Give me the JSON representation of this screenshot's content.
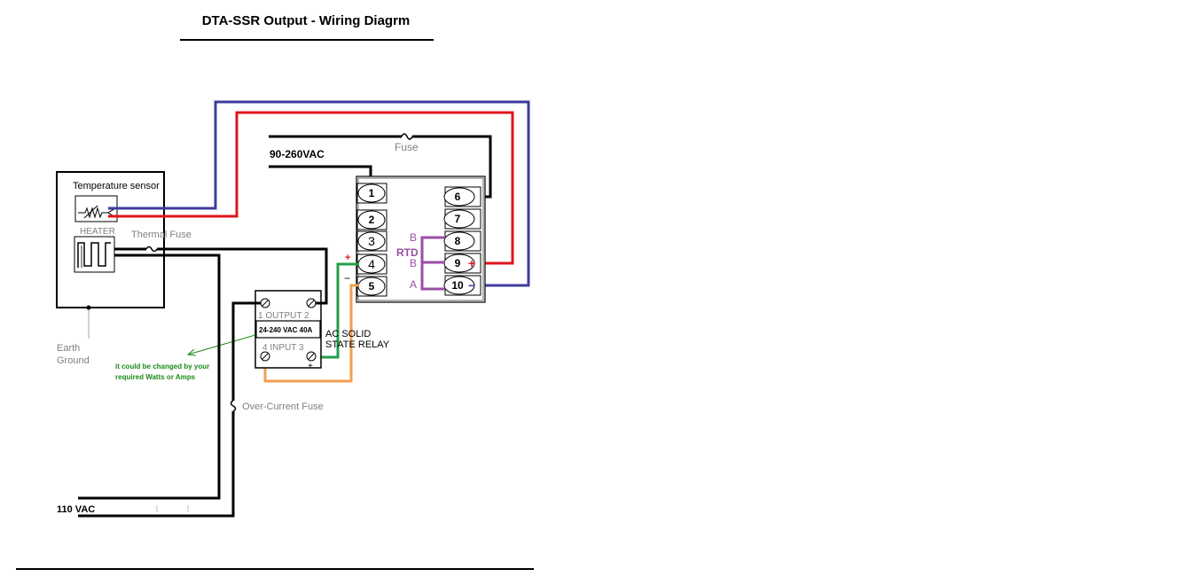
{
  "title": "DTA-SSR Output - Wiring Diagrm",
  "labels": {
    "temperature_sensor": "Temperature sensor",
    "heater": "HEATER",
    "thermal_fuse": "Thermal Fuse",
    "earth_ground_line1": "Earth",
    "earth_ground_line2": "Ground",
    "supply_voltage": "90-260VAC",
    "fuse": "Fuse",
    "rtd": "RTD",
    "rtd_b_top": "B",
    "rtd_b_mid": "B",
    "rtd_a": "A",
    "plus_sign": "+",
    "minus_sign": "−",
    "relay_output": "1  OUTPUT  2",
    "relay_rating": "24-240 VAC 40A",
    "relay_input": "4   INPUT   3",
    "relay_input_plus": "+",
    "relay_name_line1": "AC SOLID",
    "relay_name_line2": "STATE RELAY",
    "note_line1": "it could be changed by your",
    "note_line2": "required Watts or Amps",
    "over_current_fuse": "Over-Current Fuse",
    "mains_voltage": "110 VAC"
  },
  "terminals_left": [
    "1",
    "2",
    "3",
    "4",
    "5"
  ],
  "terminals_right": [
    "6",
    "7",
    "8",
    "9",
    "10"
  ],
  "terminal_9_mark": "+",
  "terminal_10_mark": "−",
  "colors": {
    "wire_black": "#000000",
    "wire_red": "#e0141c",
    "wire_blue": "#3c3c9c",
    "wire_green": "#22a04a",
    "wire_orange": "#f0a050",
    "rtd_purple": "#9a4ea4",
    "note_green": "#1a8a1a",
    "grey_text": "#808080"
  }
}
